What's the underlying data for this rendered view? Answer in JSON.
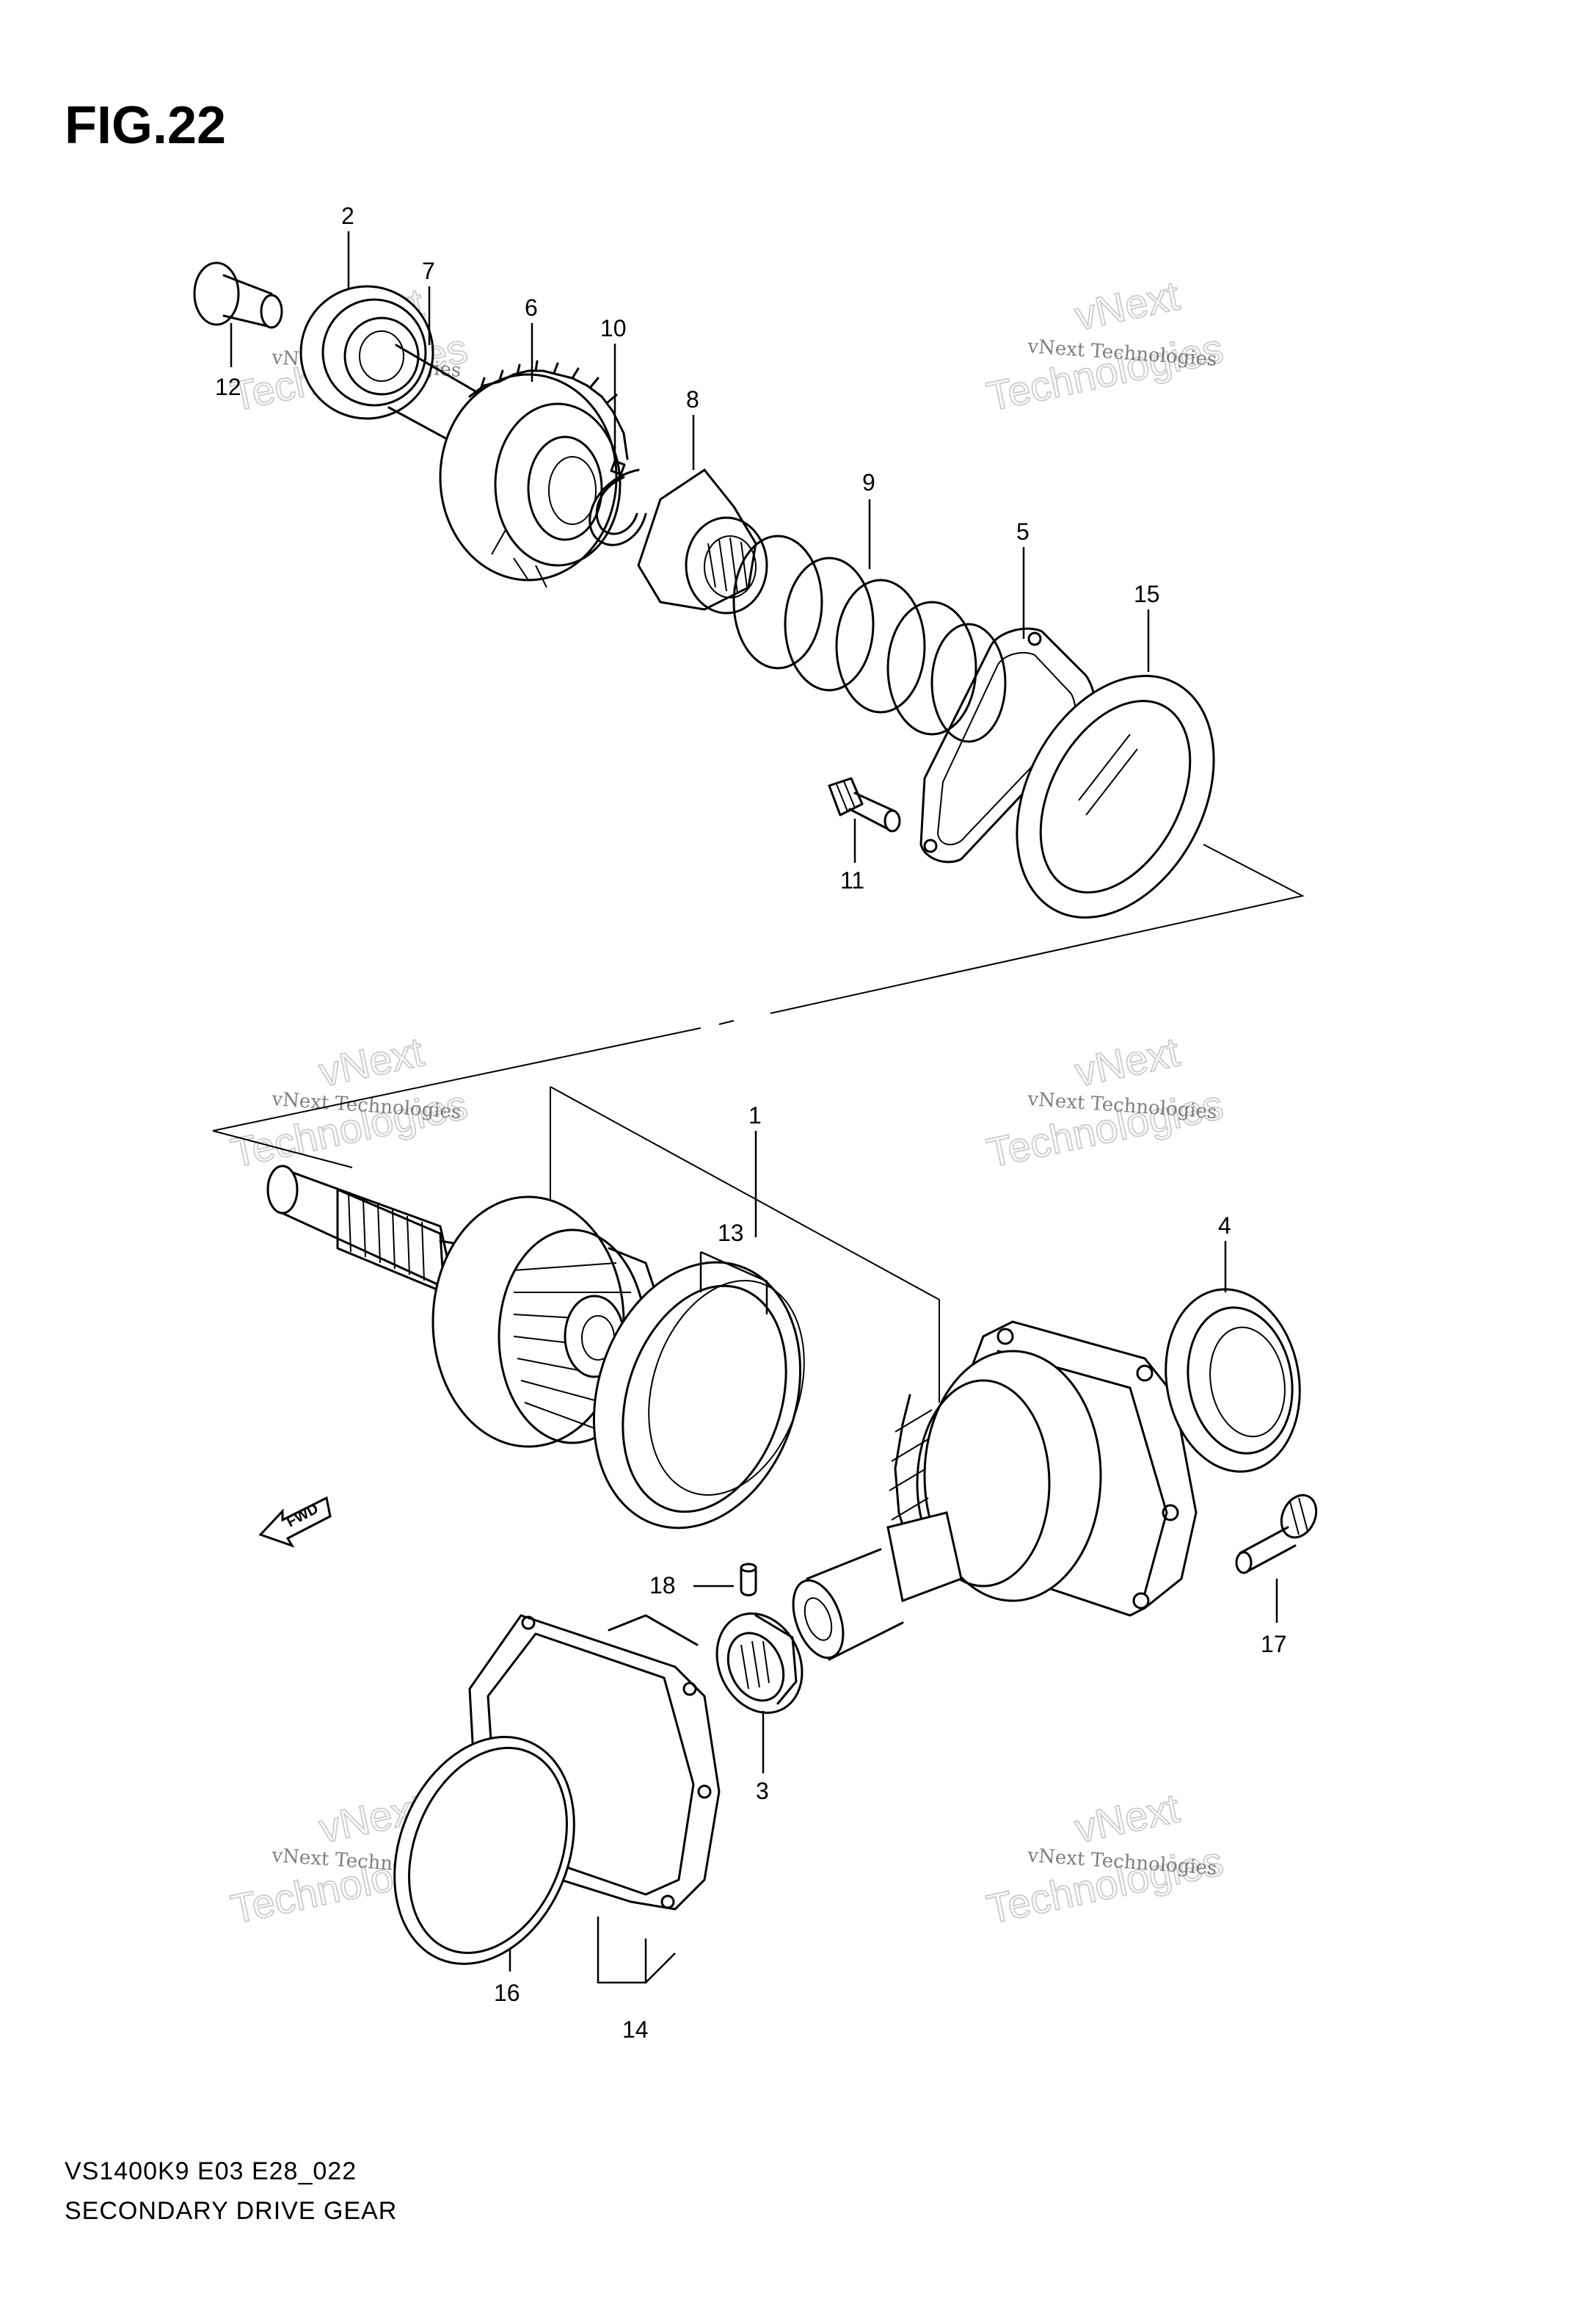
{
  "figure": {
    "title": "FIG.22",
    "footer_line1": "VS1400K9 E03 E28_022",
    "footer_line2": "SECONDARY DRIVE GEAR",
    "fwd_label": "FWD"
  },
  "callouts": [
    {
      "id": "1",
      "label": "1"
    },
    {
      "id": "2",
      "label": "2"
    },
    {
      "id": "3",
      "label": "3"
    },
    {
      "id": "4",
      "label": "4"
    },
    {
      "id": "5",
      "label": "5"
    },
    {
      "id": "6",
      "label": "6"
    },
    {
      "id": "7",
      "label": "7"
    },
    {
      "id": "8",
      "label": "8"
    },
    {
      "id": "9",
      "label": "9"
    },
    {
      "id": "10",
      "label": "10"
    },
    {
      "id": "11",
      "label": "11"
    },
    {
      "id": "12",
      "label": "12"
    },
    {
      "id": "13",
      "label": "13"
    },
    {
      "id": "14",
      "label": "14"
    },
    {
      "id": "15",
      "label": "15"
    },
    {
      "id": "16",
      "label": "16"
    },
    {
      "id": "17",
      "label": "17"
    },
    {
      "id": "18",
      "label": "18"
    }
  ],
  "watermark": {
    "small": "vNext Technologies",
    "big_top": "vNext",
    "big_bottom": "Technologies"
  }
}
